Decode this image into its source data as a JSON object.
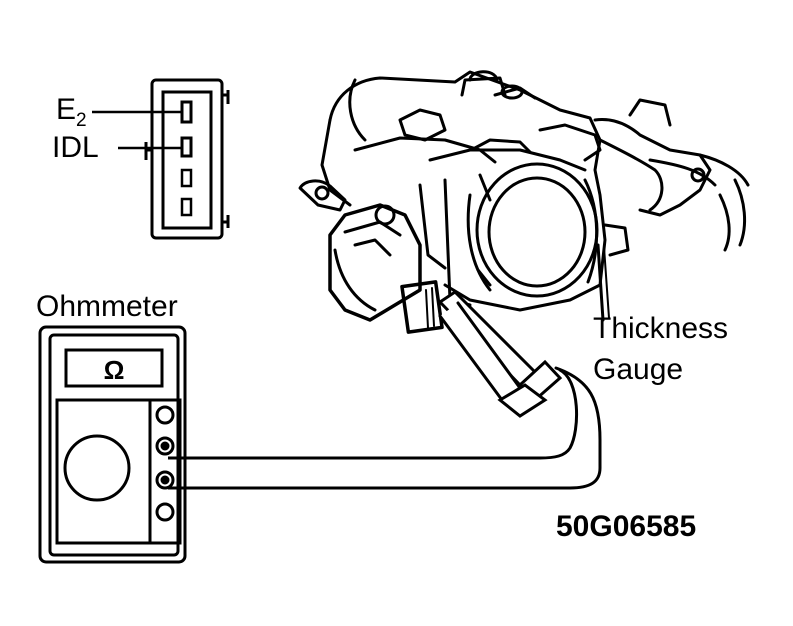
{
  "connector": {
    "e2_label": "E",
    "e2_subscript": "2",
    "idl_label": "IDL"
  },
  "meter": {
    "title": "Ohmmeter",
    "symbol": "Ω"
  },
  "gauge_label": {
    "line1": "Thickness",
    "line2": "Gauge"
  },
  "figure_code": "50G06585",
  "colors": {
    "ink": "#000000",
    "paper": "#ffffff"
  }
}
